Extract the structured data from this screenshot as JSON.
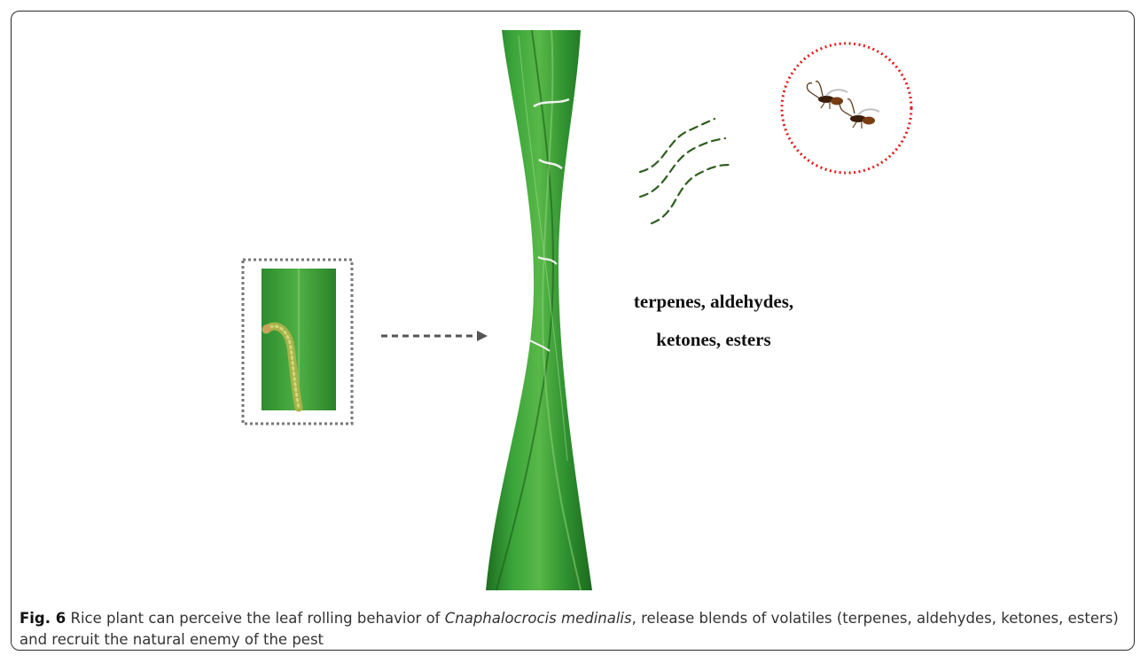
{
  "volatiles": {
    "line1": "terpenes, aldehydes,",
    "line2": "ketones, esters"
  },
  "caption": {
    "label": "Fig. 6",
    "text_before": " Rice plant can perceive the leaf rolling behavior of ",
    "species": "Cnaphalocrocis medinalis",
    "text_after": ", release blends of volatiles (terpenes, aldehydes, ketones, esters) and recruit the natural enemy of the pest"
  },
  "colors": {
    "leaf_dark": "#1f7a22",
    "leaf_mid": "#3aa43a",
    "leaf_light": "#6cc35a",
    "wave": "#2f5f1f",
    "circle": "#e01b1b",
    "inset_border": "#777777",
    "arrow": "#555555"
  },
  "icons": [
    "caterpillar-icon",
    "wasp-icon",
    "leaf-icon"
  ]
}
